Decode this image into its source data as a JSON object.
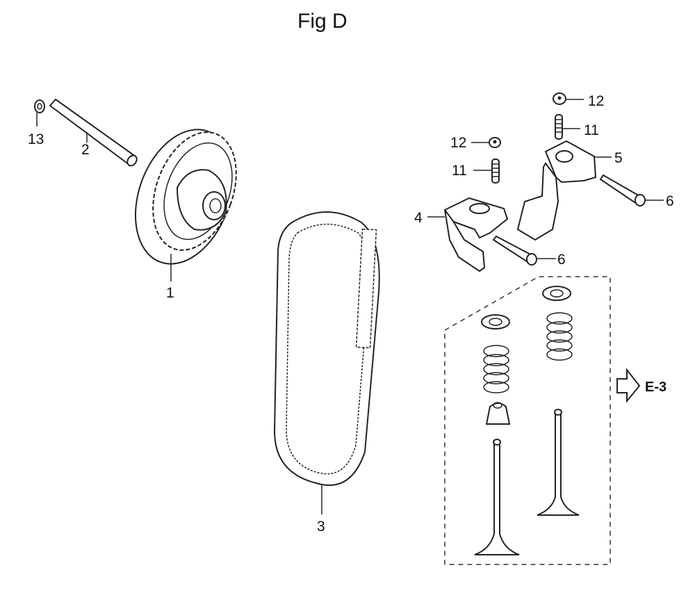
{
  "figure": {
    "title": "Fig D",
    "callouts": {
      "camshaft_pulley": "1",
      "shaft": "2",
      "timing_belt": "3",
      "rocker_arm_left": "4",
      "rocker_arm_right": "5",
      "pin_left": "6",
      "pin_right": "6",
      "adjuster_screw_left": "11",
      "adjuster_screw_right": "11",
      "nut_left": "12",
      "nut_right": "12",
      "washer": "13"
    },
    "reference": {
      "icon": "arrow-right-icon",
      "label": "E-3"
    }
  }
}
